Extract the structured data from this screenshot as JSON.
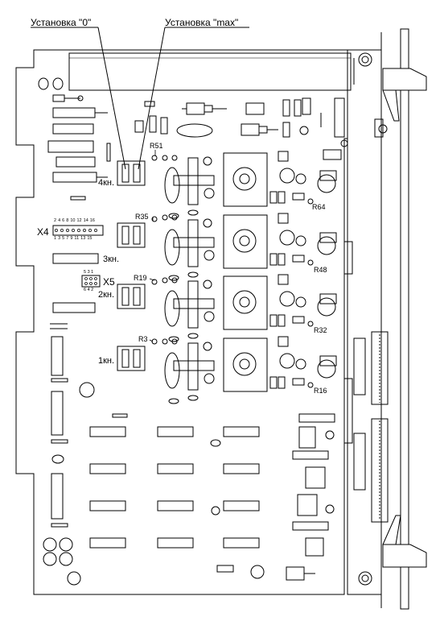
{
  "callouts": {
    "zero": "Установка \"0\"",
    "max": "Установка \"max\""
  },
  "buttons": [
    "4кн.",
    "3кн.",
    "2кн.",
    "1кн."
  ],
  "resistors_left": [
    "R51",
    "R35",
    "R19",
    "R3"
  ],
  "resistors_right": [
    "R64",
    "R48",
    "R32",
    "R16"
  ],
  "connectors": {
    "x4": "X4",
    "x5": "X5",
    "x4_top_pins": "2 4 6 8 10 12 14 16",
    "x4_bottom_pins": "1 3 5 7 9 11 13 15",
    "x5_top_pins": "5 3 1",
    "x5_bottom_pins": "6 4 2"
  }
}
